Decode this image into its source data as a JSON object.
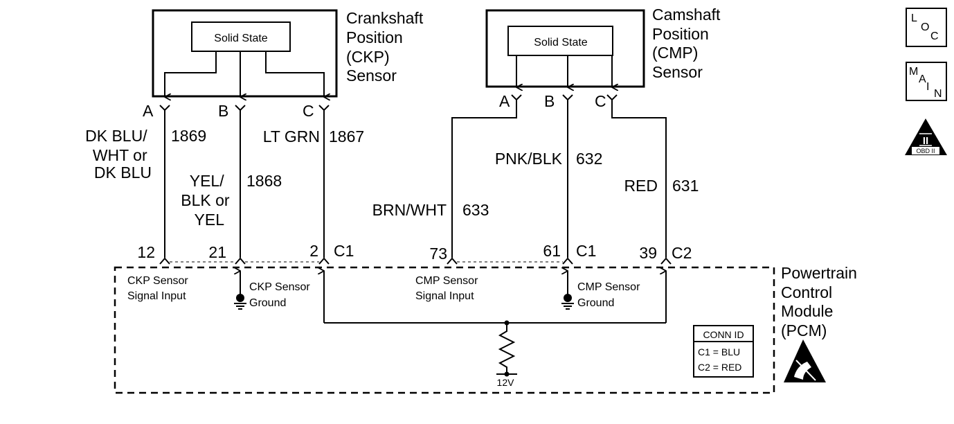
{
  "ckp_sensor": {
    "title": [
      "Crankshaft",
      "Position",
      "(CKP)",
      "Sensor"
    ],
    "inner_label": "Solid State",
    "pins": [
      "A",
      "B",
      "C"
    ]
  },
  "cmp_sensor": {
    "title": [
      "Camshaft",
      "Position",
      "(CMP)",
      "Sensor"
    ],
    "inner_label": "Solid State",
    "pins": [
      "A",
      "B",
      "C"
    ]
  },
  "wires": {
    "ckp_a": {
      "color": [
        "DK BLU/",
        "WHT or",
        "DK BLU"
      ],
      "circuit": "1869"
    },
    "ckp_b": {
      "color": [
        "YEL/",
        "BLK or",
        "YEL"
      ],
      "circuit": "1868"
    },
    "ckp_c": {
      "color": "LT GRN",
      "circuit": "1867"
    },
    "cmp_a": {
      "color": "BRN/WHT",
      "circuit": "633"
    },
    "cmp_b": {
      "color": "PNK/BLK",
      "circuit": "632"
    },
    "cmp_c": {
      "color": "RED",
      "circuit": "631"
    }
  },
  "pcm_pins": {
    "p12": "12",
    "p21": "21",
    "p2": "2",
    "c1a": "C1",
    "p73": "73",
    "p61": "61",
    "c1b": "C1",
    "p39": "39",
    "c2": "C2"
  },
  "pcm": {
    "title": [
      "Powertrain",
      "Control",
      "Module",
      "(PCM)"
    ],
    "ckp_signal": [
      "CKP Sensor",
      "Signal Input"
    ],
    "ckp_ground": [
      "CKP Sensor",
      "Ground"
    ],
    "cmp_signal": [
      "CMP Sensor",
      "Signal Input"
    ],
    "cmp_ground": [
      "CMP Sensor",
      "Ground"
    ],
    "voltage": "12V"
  },
  "conn_id": {
    "header": "CONN ID",
    "rows": [
      "C1 = BLU",
      "C2 = RED"
    ]
  },
  "side_icons": {
    "loc": [
      "L",
      "O",
      "C"
    ],
    "main": [
      "M",
      "A",
      "I",
      "N"
    ],
    "obd": {
      "numeral": "II",
      "label": "OBD II"
    }
  }
}
